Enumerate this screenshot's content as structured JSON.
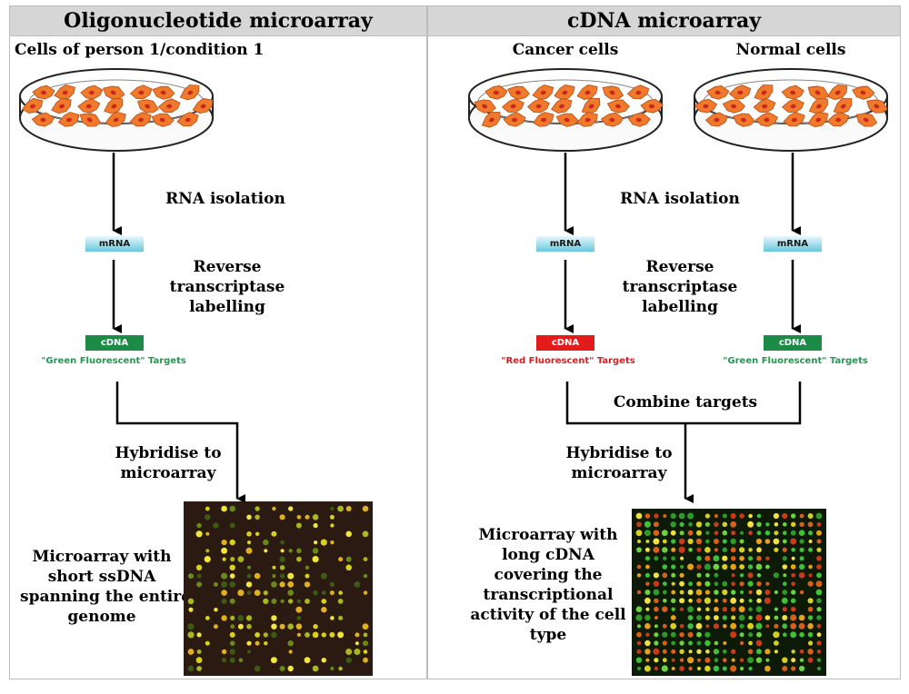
{
  "left_panel": {
    "title": "Oligonucleotide microarray",
    "sample_label": "Cells of person 1/condition 1",
    "step_rna": "RNA isolation",
    "mrna_tag": "mRNA",
    "step_rt": [
      "Reverse",
      "transcriptase",
      "labelling"
    ],
    "cdna_tag": "cDNA",
    "target_label": "\"Green Fluorescent\" Targets",
    "step_hyb": [
      "Hybridise to",
      "microarray"
    ],
    "array_caption": [
      "Microarray with",
      "short ssDNA",
      "spanning the entire",
      "genome"
    ]
  },
  "right_panel": {
    "title": "cDNA microarray",
    "sample_cancer": "Cancer cells",
    "sample_normal": "Normal cells",
    "step_rna": "RNA isolation",
    "mrna_tag": "mRNA",
    "step_rt": [
      "Reverse",
      "transcriptase",
      "labelling"
    ],
    "cdna_tag": "cDNA",
    "target_red": "\"Red Fluorescent\" Targets",
    "target_green": "\"Green Fluorescent\" Targets",
    "step_combine": "Combine targets",
    "step_hyb": [
      "Hybridise to",
      "microarray"
    ],
    "array_caption": [
      "Microarray with",
      "long cDNA",
      "covering the",
      "transcriptional",
      "activity of the cell",
      "type"
    ]
  },
  "colors": {
    "cell": "#f07a2c",
    "nucleus": "#c8281e",
    "green_target": "#1f9a50",
    "red_target": "#e41b1b",
    "mrna": "#66c8dc",
    "header_bg": "#d6d6d6"
  }
}
